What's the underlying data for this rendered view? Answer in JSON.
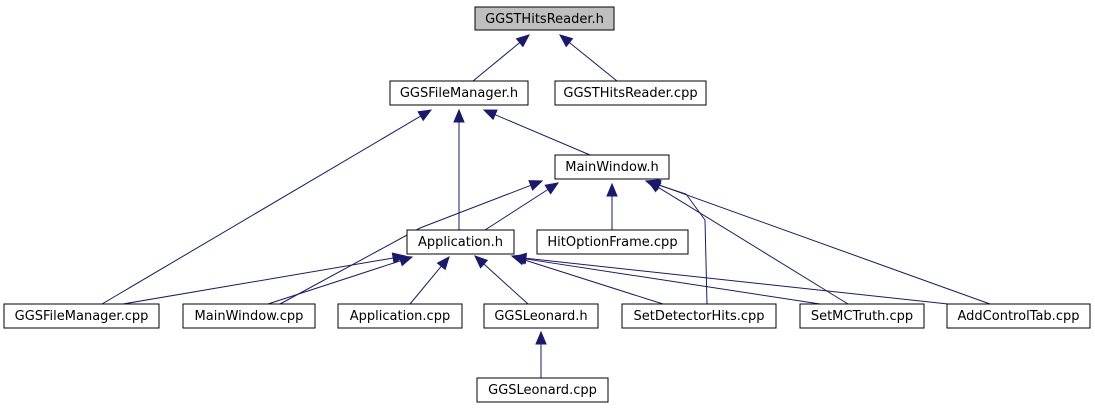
{
  "title": "GGSTHitsReader.h",
  "colors": {
    "edge": "#191970",
    "root_fill": "#bfbfbf",
    "node_fill": "#ffffff",
    "node_border": "#000000"
  },
  "nodes": {
    "ggsthitsreader_h": {
      "label": "GGSTHitsReader.h",
      "root": true
    },
    "ggsfilemanager_h": {
      "label": "GGSFileManager.h"
    },
    "ggsthitsreader_cpp": {
      "label": "GGSTHitsReader.cpp"
    },
    "mainwindow_h": {
      "label": "MainWindow.h"
    },
    "application_h": {
      "label": "Application.h"
    },
    "hitoptionframe_cpp": {
      "label": "HitOptionFrame.cpp"
    },
    "ggsfilemanager_cpp": {
      "label": "GGSFileManager.cpp"
    },
    "mainwindow_cpp": {
      "label": "MainWindow.cpp"
    },
    "application_cpp": {
      "label": "Application.cpp"
    },
    "ggsleonard_h": {
      "label": "GGSLeonard.h"
    },
    "setdetectorhits_cpp": {
      "label": "SetDetectorHits.cpp"
    },
    "setmctruth_cpp": {
      "label": "SetMCTruth.cpp"
    },
    "addcontroltab_cpp": {
      "label": "AddControlTab.cpp"
    },
    "ggsleonard_cpp": {
      "label": "GGSLeonard.cpp"
    }
  },
  "edges": [
    {
      "from": "ggsfilemanager_h",
      "to": "ggsthitsreader_h"
    },
    {
      "from": "ggsthitsreader_cpp",
      "to": "ggsthitsreader_h"
    },
    {
      "from": "ggsfilemanager_cpp",
      "to": "ggsfilemanager_h"
    },
    {
      "from": "application_h",
      "to": "ggsfilemanager_h"
    },
    {
      "from": "mainwindow_h",
      "to": "ggsfilemanager_h"
    },
    {
      "from": "application_h",
      "to": "mainwindow_h"
    },
    {
      "from": "hitoptionframe_cpp",
      "to": "mainwindow_h"
    },
    {
      "from": "mainwindow_cpp",
      "to": "mainwindow_h"
    },
    {
      "from": "setdetectorhits_cpp",
      "to": "mainwindow_h"
    },
    {
      "from": "setmctruth_cpp",
      "to": "mainwindow_h"
    },
    {
      "from": "addcontroltab_cpp",
      "to": "mainwindow_h"
    },
    {
      "from": "ggsfilemanager_cpp",
      "to": "application_h"
    },
    {
      "from": "mainwindow_cpp",
      "to": "application_h"
    },
    {
      "from": "application_cpp",
      "to": "application_h"
    },
    {
      "from": "ggsleonard_h",
      "to": "application_h"
    },
    {
      "from": "setdetectorhits_cpp",
      "to": "application_h"
    },
    {
      "from": "setmctruth_cpp",
      "to": "application_h"
    },
    {
      "from": "addcontroltab_cpp",
      "to": "application_h"
    },
    {
      "from": "ggsleonard_cpp",
      "to": "ggsleonard_h"
    }
  ]
}
